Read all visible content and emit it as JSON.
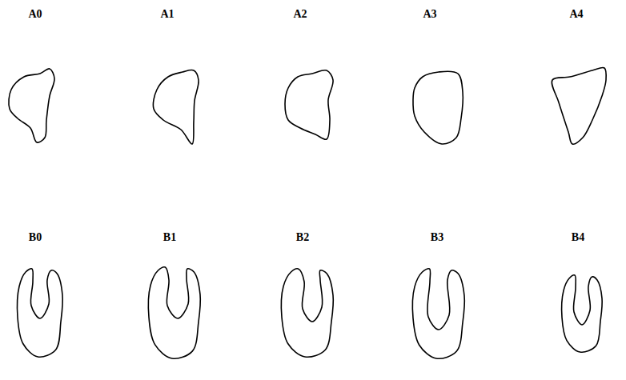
{
  "diagram": {
    "labels": [
      "A0",
      "A1",
      "A2",
      "A3",
      "A4",
      "B0",
      "B1",
      "B2",
      "B3",
      "B4"
    ]
  }
}
